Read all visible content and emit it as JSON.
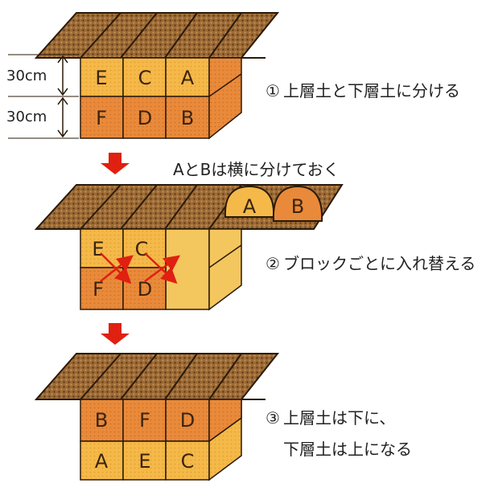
{
  "steps": [
    {
      "number": "①",
      "text": "上層土と下層土に分ける"
    },
    {
      "number": "②",
      "text": "ブロックごとに入れ替える"
    },
    {
      "number": "③",
      "text": "上層土は下に、",
      "text2": "下層土は上になる"
    }
  ],
  "note": "AとBは横に分けておく",
  "dimensions": {
    "upper": "30cm",
    "lower": "30cm"
  },
  "stage1": {
    "top": [
      "E",
      "C",
      "A"
    ],
    "bottom": [
      "F",
      "D",
      "B"
    ]
  },
  "stage2": {
    "top": [
      "E",
      "C",
      ""
    ],
    "bottom": [
      "F",
      "D",
      ""
    ],
    "removed": [
      "A",
      "B"
    ]
  },
  "stage3": {
    "top": [
      "B",
      "F",
      "D"
    ],
    "bottom": [
      "A",
      "E",
      "C"
    ]
  },
  "colors": {
    "upper_soil": "#f2b84b",
    "lower_soil": "#e8873a",
    "ground": "#8a5a2b",
    "arrow": "#e02010",
    "outline": "#2a1a0a"
  }
}
